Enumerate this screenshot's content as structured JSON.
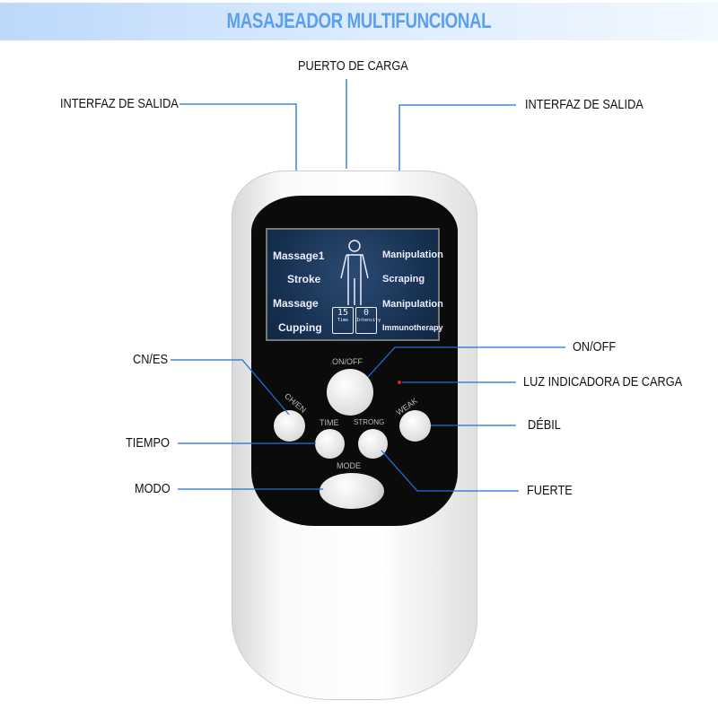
{
  "title": "MASAJEADOR MULTIFUNCIONAL",
  "callouts": {
    "left_output": "INTERFAZ DE SALIDA",
    "charge_port": "PUERTO DE CARGA",
    "right_output": "INTERFAZ DE SALIDA",
    "cn_es": "CN/ES",
    "on_off": "ON/OFF",
    "charge_light": "LUZ INDICADORA DE CARGA",
    "weak": "DÉBIL",
    "time": "TIEMPO",
    "strong": "FUERTE",
    "mode": "MODO"
  },
  "screen": {
    "left_modes": [
      "Massage1",
      "Stroke",
      "Massage",
      "Cupping"
    ],
    "right_modes": [
      "Manipulation",
      "Scraping",
      "Manipulation",
      "Immunotherapy"
    ],
    "time_value": "15",
    "intensity_value": "0",
    "time_label": "Time",
    "intensity_label": "Intensity"
  },
  "buttons": {
    "on_off": "ON/OFF",
    "ch_en": "CH/EN",
    "time": "TIME",
    "strong": "STRONG",
    "weak": "WEAK",
    "mode": "MODE"
  },
  "colors": {
    "line": "#1e6fd9",
    "title": "#5aa0ef"
  }
}
